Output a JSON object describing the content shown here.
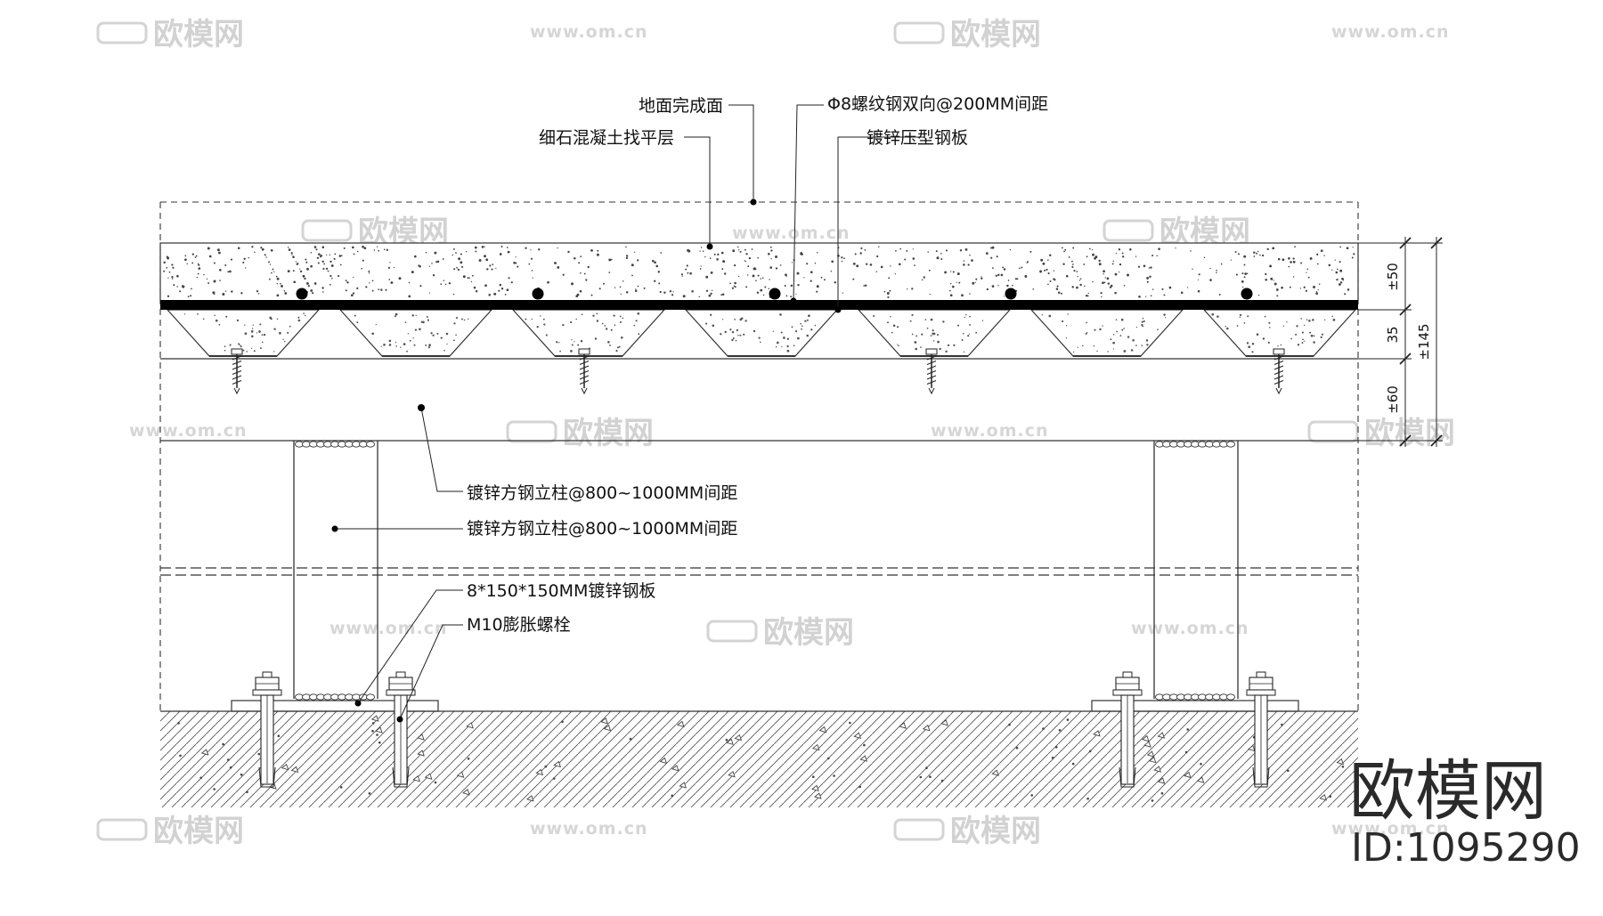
{
  "drawing": {
    "callouts": {
      "floor_finish": "地面完成面",
      "leveling_layer": "细石混凝土找平层",
      "rebar": "Φ8螺纹钢双向@200MM间距",
      "deck": "镀锌压型钢板",
      "post_1": "镀锌方钢立柱@800~1000MM间距",
      "post_2": "镀锌方钢立柱@800~1000MM间距",
      "base_plate": "8*150*150MM镀锌钢板",
      "anchor_bolt": "M10膨胀螺栓"
    },
    "dimensions": {
      "d50": "±50",
      "d35": "35",
      "d60": "±60",
      "d145": "±145"
    }
  },
  "watermark": {
    "brand": "欧模网",
    "url": "www.om.cn",
    "url_short": "om.cn",
    "id": "ID:1095290"
  }
}
